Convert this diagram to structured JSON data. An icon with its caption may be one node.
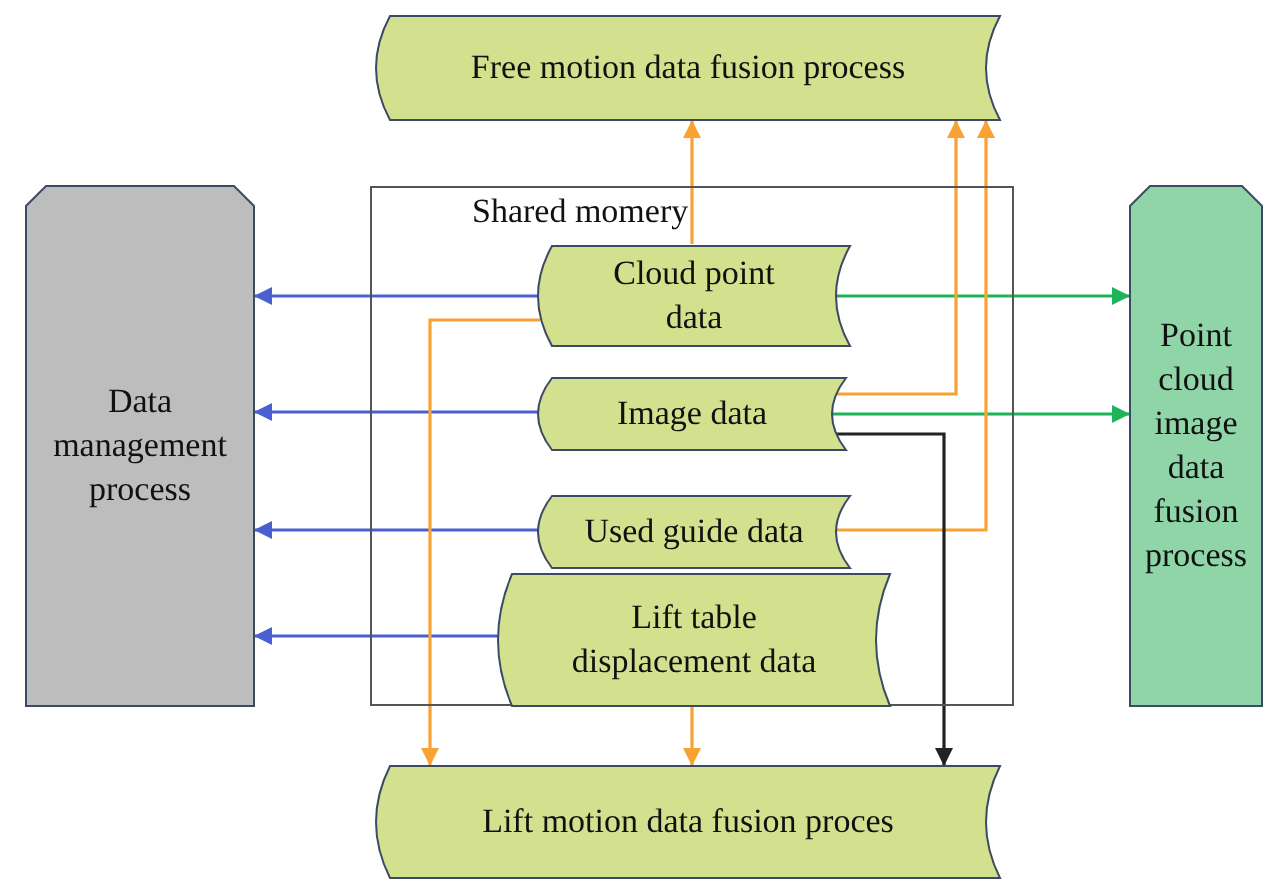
{
  "diagram": {
    "nodes": [
      {
        "text": [
          "Free motion data fusion process"
        ]
      },
      {
        "text": [
          "Data management process"
        ]
      },
      {
        "text": [
          "Shared momery"
        ]
      },
      {
        "text": [
          "Cloud point data"
        ],
        "in": 2
      },
      {
        "text": [
          "Image data"
        ],
        "in": 2
      },
      {
        "text": [
          "Used guide data"
        ],
        "in": 2
      },
      {
        "text": [
          "Lift table displacement data"
        ],
        "in": 2
      },
      {
        "text": [
          "Point cloud image data fusion process"
        ]
      },
      {
        "text": [
          "Lift motion data fusion proces"
        ]
      }
    ],
    "edges": [
      {
        "from": 3,
        "to": 1,
        "arrow": "to",
        "color": "#4a5fd0"
      },
      {
        "from": 4,
        "to": 1,
        "arrow": "to",
        "color": "#4a5fd0"
      },
      {
        "from": 5,
        "to": 1,
        "arrow": "to",
        "color": "#4a5fd0"
      },
      {
        "from": 6,
        "to": 1,
        "arrow": "to",
        "color": "#4a5fd0"
      },
      {
        "from": 3,
        "to": 7,
        "arrow": "to",
        "color": "#1fb35a"
      },
      {
        "from": 4,
        "to": 7,
        "arrow": "to",
        "color": "#1fb35a"
      },
      {
        "from": 3,
        "to": 0,
        "arrow": "to"
      },
      {
        "from": 4,
        "to": 0,
        "arrow": "to"
      },
      {
        "from": 5,
        "to": 0,
        "arrow": "to"
      },
      {
        "from": 3,
        "to": 8,
        "arrow": "to"
      },
      {
        "from": 2,
        "to": 8,
        "arrow": "to"
      },
      {
        "from": 4,
        "to": 8,
        "arrow": "to",
        "color": "#222222"
      }
    ]
  }
}
